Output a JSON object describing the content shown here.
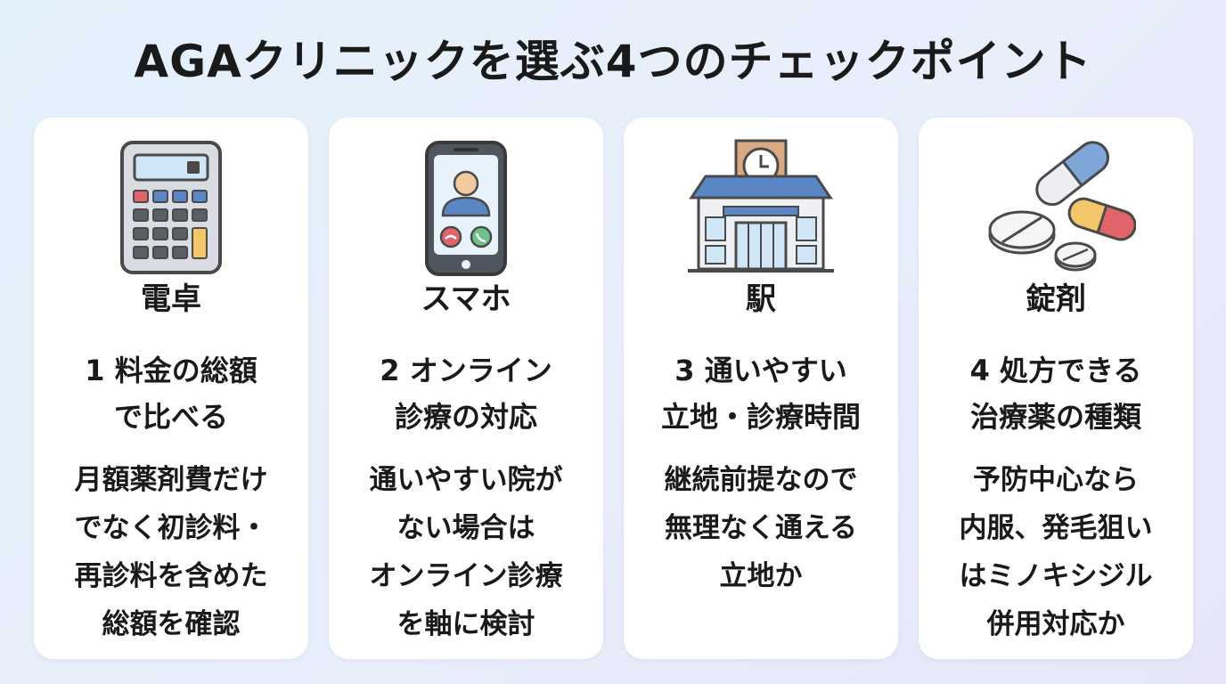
{
  "title": "AGAクリニックを選ぶ4つのチェックポイント",
  "cards": [
    {
      "icon": "calculator-icon",
      "label": "電卓",
      "heading": "1 料金の総額\nで比べる",
      "body": "月額薬剤費だけ\nでなく初診料・\n再診料を含めた\n総額を確認"
    },
    {
      "icon": "smartphone-video-call-icon",
      "label": "スマホ",
      "heading": "2 オンライン\n診療の対応",
      "body": "通いやすい院が\nない場合は\nオンライン診療\nを軸に検討"
    },
    {
      "icon": "station-building-icon",
      "label": "駅",
      "heading": "3 通いやすい\n立地・診療時間",
      "body": "継続前提なので\n無理なく通える\n立地か"
    },
    {
      "icon": "pills-icon",
      "label": "錠剤",
      "heading": "4 処方できる\n治療薬の種類",
      "body": "予防中心なら\n内服、発毛狙い\nはミノキシジル\n併用対応か"
    }
  ],
  "colors": {
    "background": "#e6f0fa",
    "card": "#ffffff",
    "outline": "#4a4a4a",
    "blue": "#5b86c5",
    "red": "#e0656a",
    "yellow": "#f3c66a",
    "green": "#6cc28a",
    "tan": "#d8a983"
  }
}
